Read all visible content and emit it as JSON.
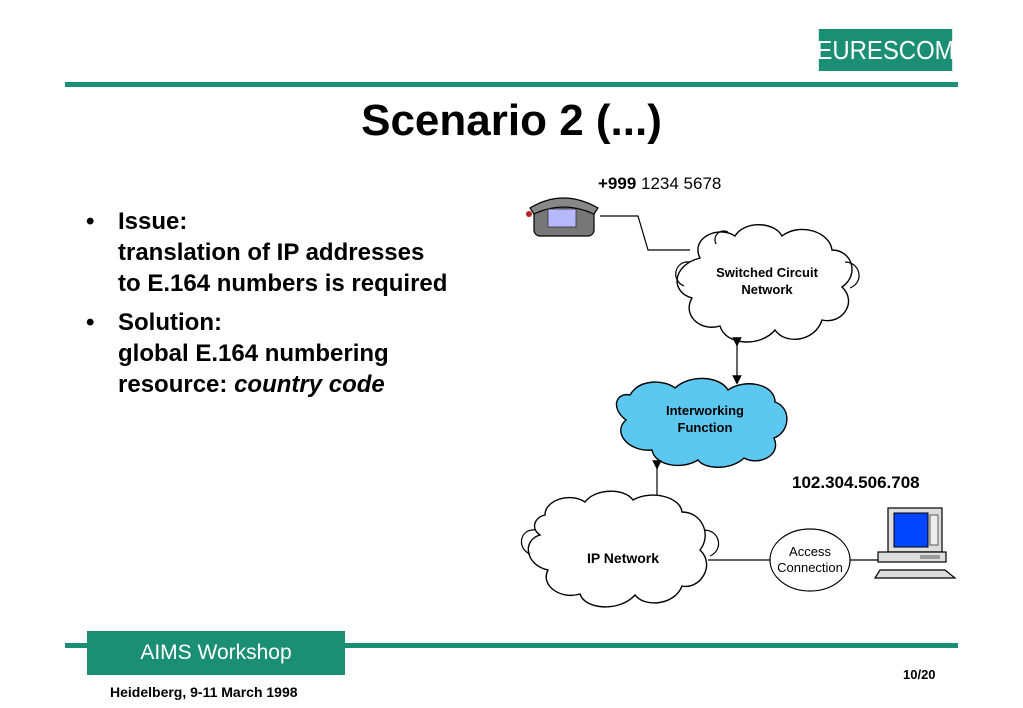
{
  "header": {
    "logo_text": "EURESCOM",
    "title": "Scenario 2 (...)"
  },
  "bullets": [
    {
      "heading": "Issue:",
      "line1": "translation of IP addresses",
      "line2": "to E.164 numbers is required"
    },
    {
      "heading": "Solution:",
      "line1": "global E.164 numbering",
      "line2_prefix": "resource: ",
      "line2_emph": "country code"
    }
  ],
  "diagram": {
    "phone_number_prefix": "+999",
    "phone_number_rest": " 1234 5678",
    "switched_circuit_line1": "Switched Circuit",
    "switched_circuit_line2": "Network",
    "interworking_line1": "Interworking",
    "interworking_line2": "Function",
    "ip_network": "IP Network",
    "ip_address": "102.304.506.708",
    "access_line1": "Access",
    "access_line2": "Connection"
  },
  "footer": {
    "workshop": "AIMS Workshop",
    "page": "10/20",
    "venue": "Heidelberg, 9-11 March 1998"
  },
  "colors": {
    "accent": "#1a8f73",
    "interworking_fill": "#5cc8f0",
    "monitor_screen": "#0044ff"
  }
}
